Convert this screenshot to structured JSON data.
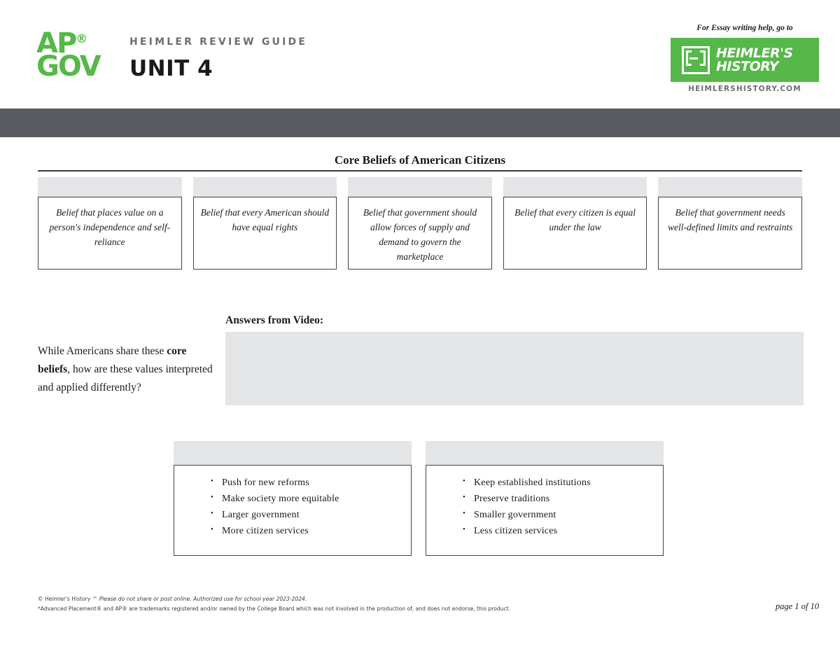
{
  "header": {
    "ap_logo_line1": "AP",
    "ap_logo_reg": "®",
    "ap_logo_line2": "GOV",
    "guide_label": "HEIMLER REVIEW GUIDE",
    "unit_title": "UNIT 4",
    "essay_help": "For Essay writing help, go to",
    "brand_line1": "HEIMLER'S",
    "brand_line2": "HISTORY",
    "brand_site": "HEIMLERSHISTORY.COM"
  },
  "colors": {
    "brand_green": "#55b848",
    "band_gray": "#595b60",
    "fill_gray": "#e4e5e7",
    "label_gray": "#6d6e71"
  },
  "core_beliefs": {
    "title": "Core Beliefs of American Citizens",
    "cards": [
      {
        "header": "",
        "text": "Belief that places value on a person's independence and self-reliance"
      },
      {
        "header": "",
        "text": "Belief that every American should have equal rights"
      },
      {
        "header": "",
        "text": "Belief that government should allow forces of supply and demand to govern the marketplace"
      },
      {
        "header": "",
        "text": "Belief that every citizen is equal under the law"
      },
      {
        "header": "",
        "text": "Belief that government needs well-defined limits and restraints"
      }
    ]
  },
  "video_section": {
    "answers_label": "Answers from Video:",
    "answers_value": "",
    "question_part1": "While Americans share these ",
    "question_bold": "core beliefs",
    "question_part2": ", how are these values interpreted and applied differently?"
  },
  "bullet_boxes": [
    {
      "header": "",
      "items": [
        "Push for new reforms",
        "Make society more equitable",
        "Larger government",
        "More citizen services"
      ]
    },
    {
      "header": "",
      "items": [
        "Keep established institutions",
        "Preserve traditions",
        "Smaller government",
        "Less citizen services"
      ]
    }
  ],
  "footer": {
    "legal_line1_a": "© Heimler's History ™ ",
    "legal_line1_b": "Please do not share or post online. Authorized use for school year 2023-2024.",
    "legal_line2": "*Advanced Placement® and AP® are trademarks registered and/or owned by the College Board which was not involved in the production of, and does not endorse, this product.",
    "page_number": "page 1 of 10"
  }
}
